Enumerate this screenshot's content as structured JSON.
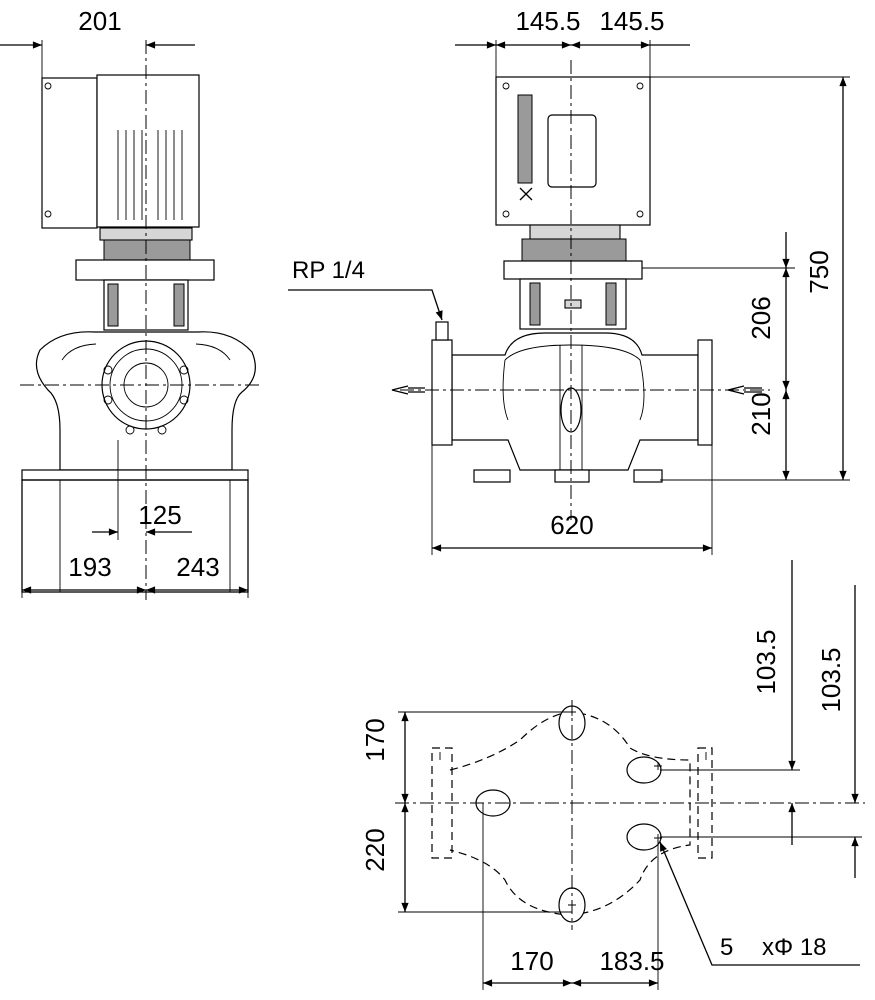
{
  "dimensions": {
    "side_motor_width": "201",
    "side_inlet_offset": "125",
    "side_base_left": "193",
    "side_base_right": "243",
    "front_half_left": "145.5",
    "front_half_right": "145.5",
    "front_overall_height": "750",
    "front_shaft_to_flange": "206",
    "front_axis_height": "210",
    "front_port_to_port": "620",
    "plan_top_offset": "170",
    "plan_bottom_offset": "220",
    "plan_right_offset_a": "103.5",
    "plan_right_offset_b": "103.5",
    "plan_bottom_left": "170",
    "plan_bottom_right": "183.5"
  },
  "annotations": {
    "pressure_port": "RP 1/4",
    "mounting_holes_count": "5",
    "mounting_holes_dia": "xΦ 18"
  }
}
